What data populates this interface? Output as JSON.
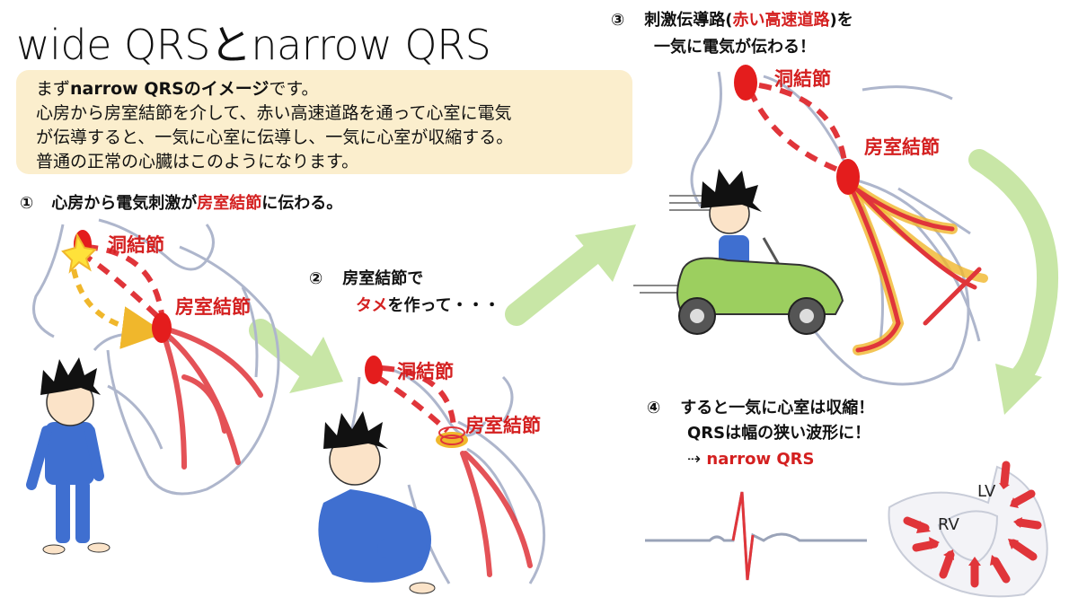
{
  "title": "wide QRSとnarrow QRS",
  "intro": {
    "line1_pre": "まず",
    "line1_bold": "narrow QRSのイメージ",
    "line1_post": "です。",
    "line2": "心房から房室結節を介して、赤い高速道路を通って心室に電気",
    "line3": "が伝導すると、一気に心室に伝導し、一気に心室が収縮する。",
    "line4": "普通の正常の心臓はこのようになります。"
  },
  "step1": {
    "num": "①",
    "pre": "心房から電気刺激が",
    "highlight": "房室結節",
    "post": "に伝わる。"
  },
  "step2": {
    "num": "②",
    "line1": "房室結節で",
    "highlight": "タメ",
    "post": "を作って・・・"
  },
  "step3": {
    "num": "③",
    "line1_pre": "刺激伝導路(",
    "highlight": "赤い高速道路",
    "line1_post": ")を",
    "line2": "一気に電気が伝わる！"
  },
  "step4": {
    "num": "④",
    "line1": "すると一気に心室は収縮！",
    "line2": "QRSは幅の狭い波形に！",
    "arrow": "⇢",
    "result": "narrow QRS"
  },
  "labels": {
    "sa_node": "洞結節",
    "av_node": "房室結節",
    "lv": "LV",
    "rv": "RV"
  },
  "colors": {
    "accent_red": "#d42020",
    "box_bg": "#fbeecd",
    "arrow_green": "#c8e6a6",
    "pathway_red": "#e0353a",
    "heart_outline": "#aeb6cc",
    "spark_yellow": "#f0b72c",
    "car_green": "#9ccf5f",
    "patient_blue": "#3f6fd0"
  }
}
